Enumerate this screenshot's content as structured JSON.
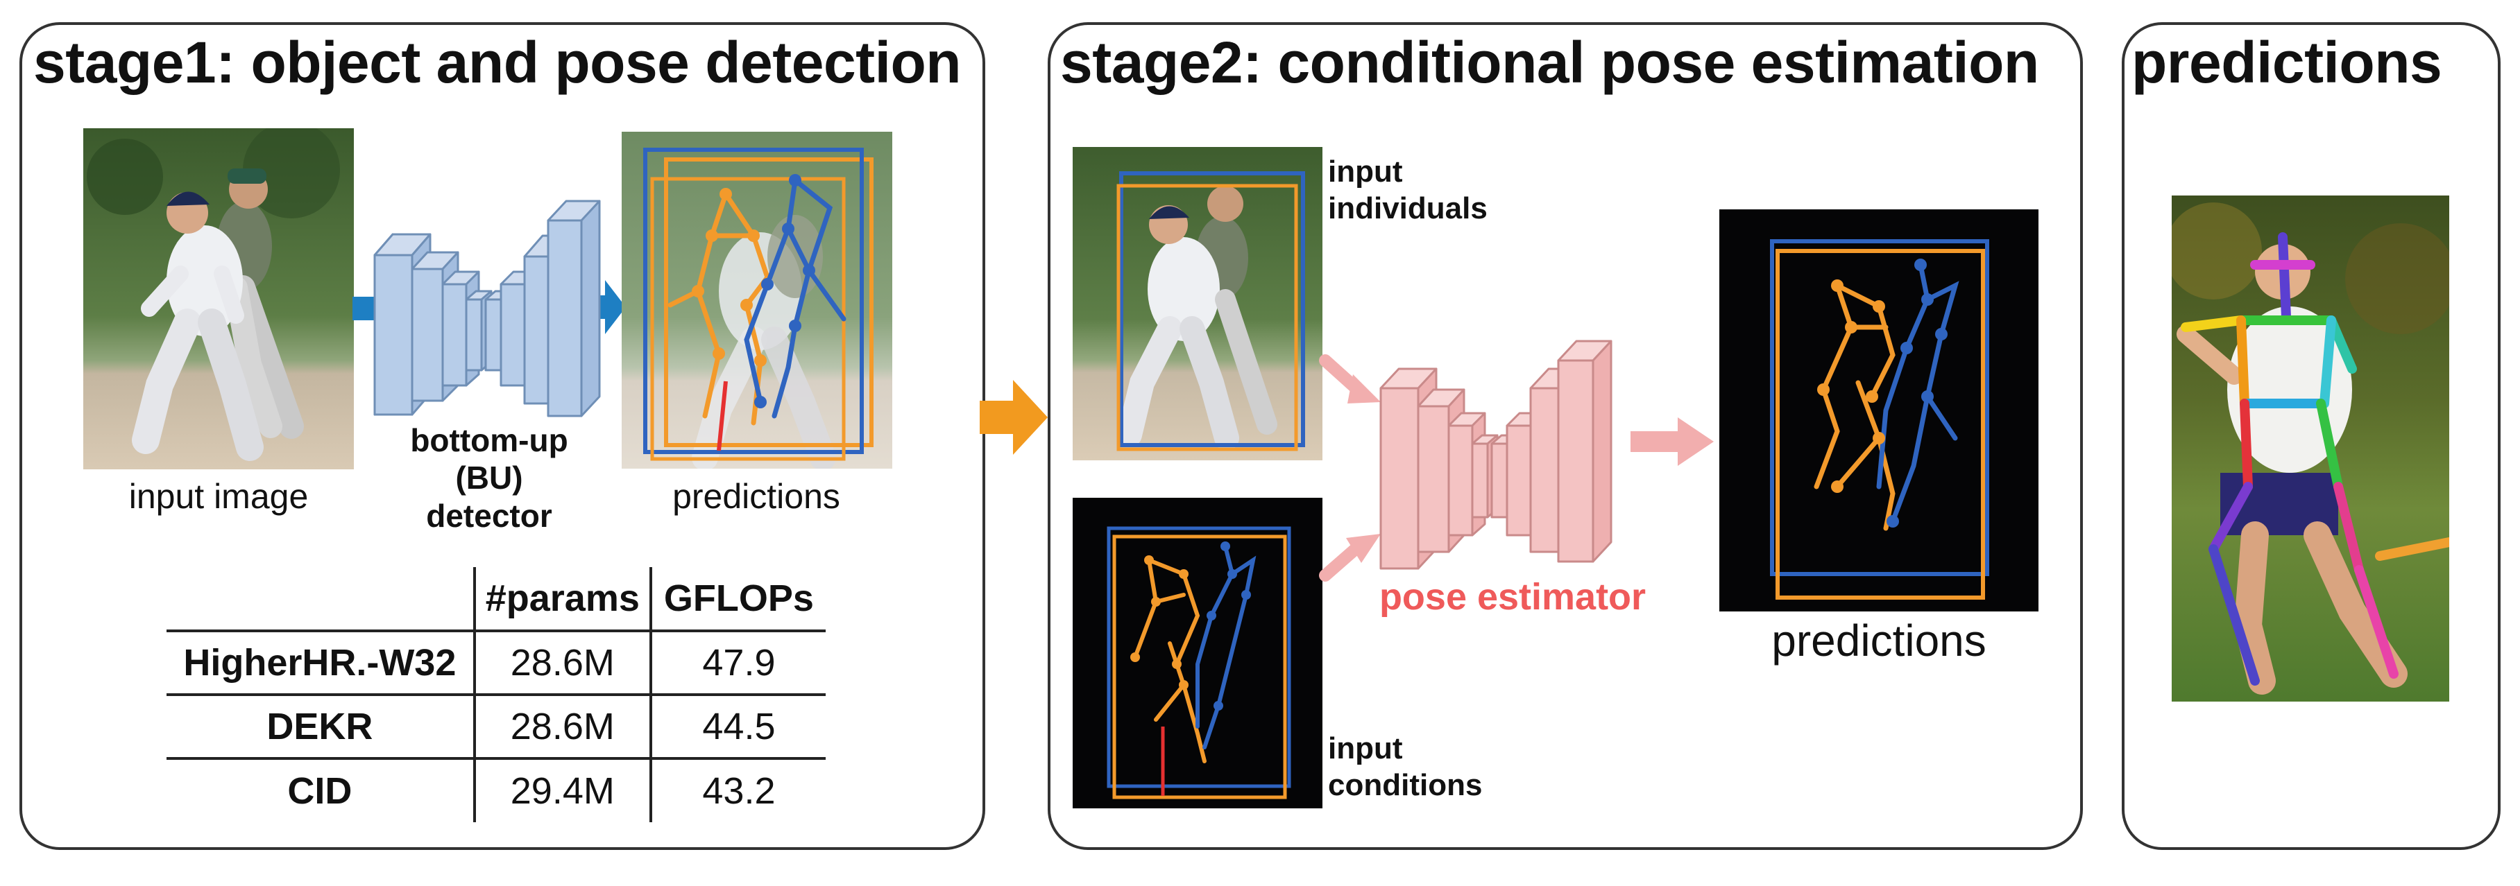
{
  "stage1": {
    "title": "stage1: object and pose detection",
    "input_label": "input image",
    "detector_label": "bottom-up\n(BU)\ndetector",
    "predictions_label": "predictions",
    "table": {
      "headers": [
        "",
        "#params",
        "GFLOPs"
      ],
      "rows": [
        [
          "HigherHR.-W32",
          "28.6M",
          "47.9"
        ],
        [
          "DEKR",
          "28.6M",
          "44.5"
        ],
        [
          "CID",
          "29.4M",
          "43.2"
        ]
      ]
    }
  },
  "stage2": {
    "title": "stage2: conditional pose estimation",
    "input_individuals_label": "input\nindividuals",
    "input_conditions_label": "input\nconditions",
    "estimator_label": "pose estimator",
    "predictions_label": "predictions"
  },
  "stage3": {
    "title": "predictions"
  },
  "colors": {
    "network_blue": "#b7cde9",
    "network_pink": "#f4c3c3",
    "arrow_blue": "#1e7fc3",
    "arrow_orange": "#f29a1f",
    "arrow_pink": "#f2aeae",
    "skeleton_orange": "#f39a2b",
    "skeleton_blue": "#2f64c0",
    "estimator_text": "#ef5a5a"
  }
}
